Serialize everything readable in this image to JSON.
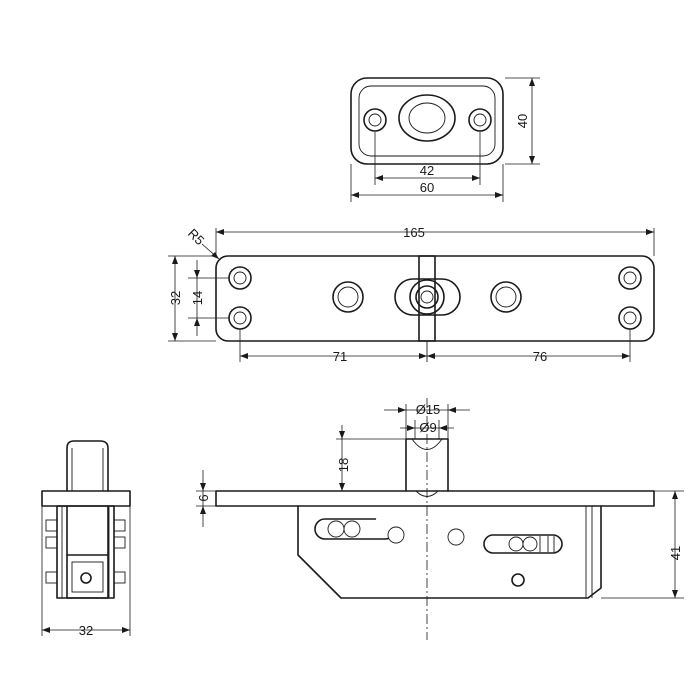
{
  "dimensions": {
    "top_height": "40",
    "top_hole_spacing": "42",
    "top_width": "60",
    "length": "165",
    "radius": "R5",
    "height": "32",
    "hole_pitch": "14",
    "left_offset": "71",
    "right_offset": "76",
    "pin_outer_dia": "Ø15",
    "pin_inner_dia": "Ø9",
    "pin_length": "18",
    "plate_thickness": "6",
    "body_depth": "41",
    "side_width": "32"
  }
}
